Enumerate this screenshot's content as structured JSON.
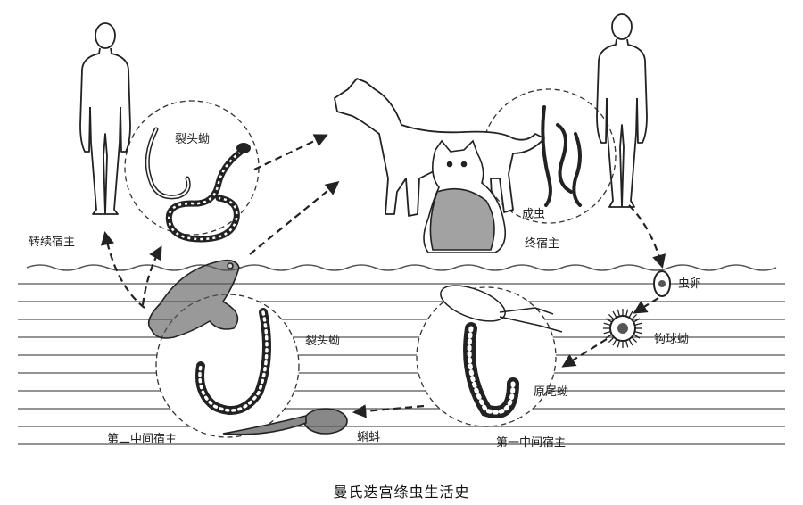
{
  "title": "曼氏迭宫绦虫生活史",
  "labels": {
    "plerocercoid_top": "裂头蚴",
    "paratenic_host": "转续宿主",
    "adult_worm": "成虫",
    "definitive_host": "终宿主",
    "egg": "虫卵",
    "coracidium": "钩球蚴",
    "plerocercoid_middle": "裂头蚴",
    "procercoid": "原尾蚴",
    "tadpole": "蝌蚪",
    "second_intermediate_host": "第二中间宿主",
    "first_intermediate_host": "第一中间宿主"
  },
  "colors": {
    "ink": "#222222",
    "water_line": "#555555",
    "background": "#ffffff"
  }
}
